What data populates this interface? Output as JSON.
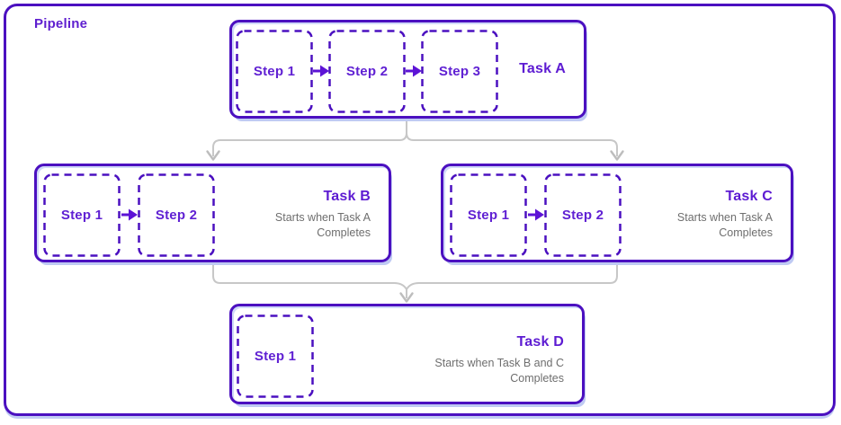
{
  "pipeline": {
    "title": "Pipeline",
    "tasks": [
      {
        "title": "Task A",
        "steps": [
          "Step 1",
          "Step 2",
          "Step 3"
        ]
      },
      {
        "title": "Task B",
        "subtitle_line1": "Starts when Task A",
        "subtitle_line2": "Completes",
        "steps": [
          "Step 1",
          "Step 2"
        ]
      },
      {
        "title": "Task C",
        "subtitle_line1": "Starts when Task A",
        "subtitle_line2": "Completes",
        "steps": [
          "Step 1",
          "Step 2"
        ]
      },
      {
        "title": "Task D",
        "subtitle_line1": "Starts when Task B and C",
        "subtitle_line2": "Completes",
        "steps": [
          "Step 1"
        ]
      }
    ],
    "connections": [
      {
        "from": "Task A",
        "to": "Task B"
      },
      {
        "from": "Task A",
        "to": "Task C"
      },
      {
        "from": "Task B",
        "to": "Task D"
      },
      {
        "from": "Task C",
        "to": "Task D"
      }
    ],
    "colors": {
      "frame_border": "#4b10c0",
      "node_border": "#4b10c0",
      "step_text": "#6021d3",
      "title_text": "#5d1bd2",
      "subtitle_text": "#6e6e6e",
      "connector": "#c7c7c7",
      "shadow": "#c1ccf4",
      "background": "#ffffff"
    }
  }
}
